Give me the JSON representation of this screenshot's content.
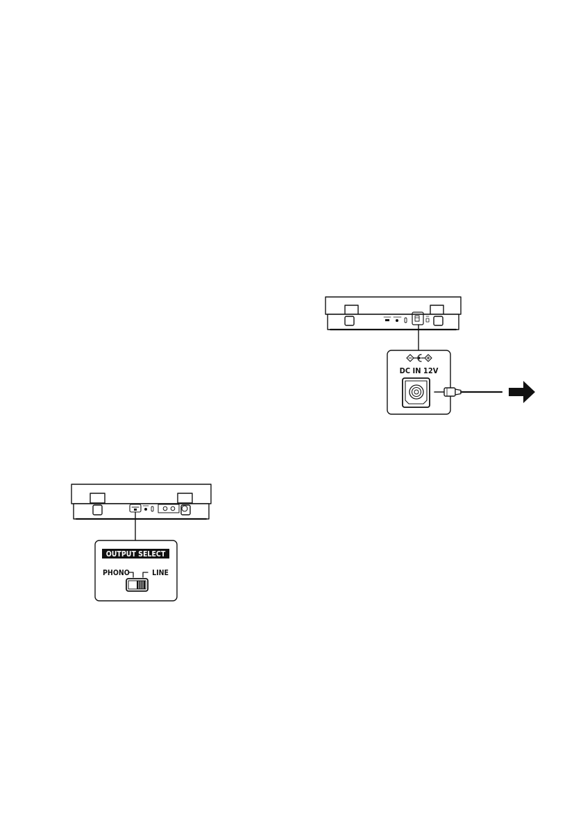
{
  "figure_output_select": {
    "header": "OUTPUT SELECT",
    "left_label": "PHONO",
    "right_label": "LINE"
  },
  "figure_dc_in": {
    "label": "DC  IN 12V"
  },
  "colors": {
    "ink": "#111111",
    "background": "#ffffff"
  }
}
